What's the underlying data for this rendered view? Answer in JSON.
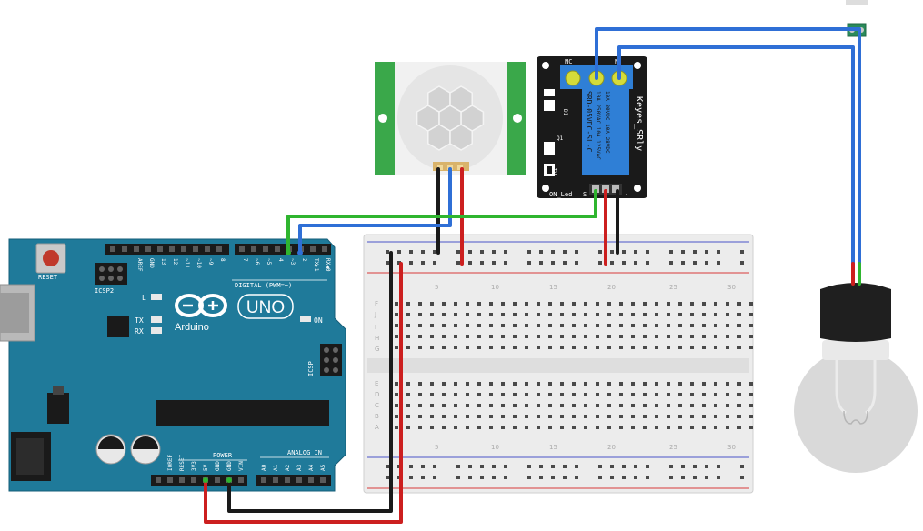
{
  "arduino": {
    "reset_label": "RESET",
    "icsp2_label": "ICSP2",
    "digital_label": "DIGITAL (PWM=~)",
    "brand": "Arduino",
    "model": "UNO",
    "on_label": "ON",
    "l_label": "L",
    "tx_label": "TX",
    "rx_label": "RX",
    "icsp_label": "ICSP",
    "power_label": "POWER",
    "analog_label": "ANALOG IN",
    "top_pins": [
      "AREF",
      "GND",
      "13",
      "12",
      "~11",
      "~10",
      "~9",
      "8",
      "7",
      "~6",
      "~5",
      "4",
      "~3",
      "2",
      "TX▶1",
      "RX◀0"
    ],
    "power_pins": [
      "IOREF",
      "RESET",
      "3V3",
      "5V",
      "GND",
      "GND",
      "VIN"
    ],
    "analog_pins": [
      "A0",
      "A1",
      "A2",
      "A3",
      "A4",
      "A5"
    ]
  },
  "relay": {
    "nc_label": "NC",
    "no_label": "N",
    "spec_lines": [
      "SRD-05VDC-SL-C",
      "10A 250VAC  10A 125VAC",
      "10A 30VDC  10A 28VDC"
    ],
    "model": "Keyes_SRly",
    "on_led_label": "ON_Led",
    "s_label": "S",
    "minus_label": "-",
    "d1_label": "D1",
    "q1_label": "Q1",
    "r1_label": "R1"
  },
  "breadboard": {
    "row_letters_top": [
      "J",
      "I",
      "H",
      "G",
      "F"
    ],
    "row_letters_bottom": [
      "E",
      "D",
      "C",
      "B",
      "A"
    ],
    "column_numbers": [
      "5",
      "10",
      "15",
      "20",
      "25",
      "30"
    ]
  },
  "colors": {
    "arduino_board": "#1f7a9a",
    "wire_red": "#cc1f1f",
    "wire_black": "#1a1a1a",
    "wire_blue": "#2f6fd6",
    "wire_green": "#2fb52f",
    "relay_board": "#1a1a1a",
    "relay_block": "#2f7fd6",
    "pir_board": "#3aa84a",
    "breadboard": "#e9e9e9"
  }
}
